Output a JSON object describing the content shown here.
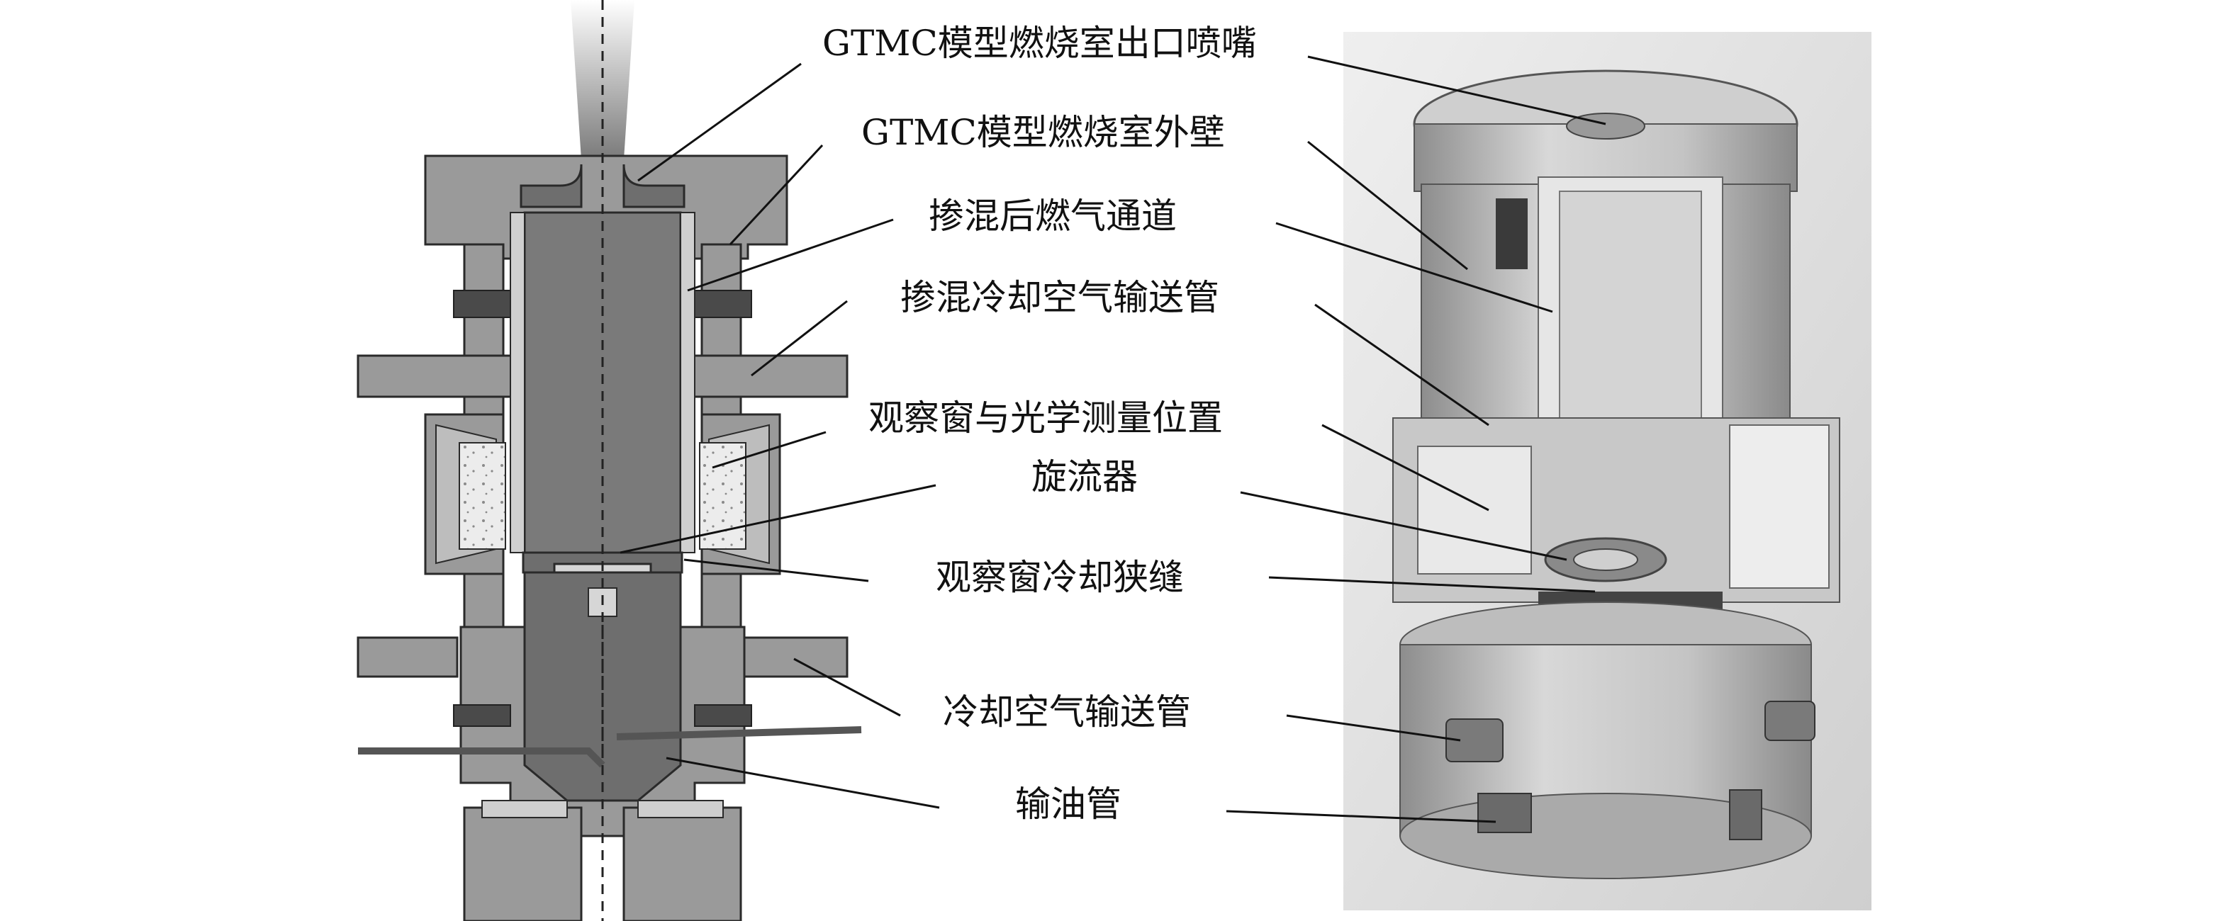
{
  "labels": {
    "nozzle": "GTMC模型燃烧室出口喷嘴",
    "outer_wall": "GTMC模型燃烧室外壁",
    "mixed_gas_channel": "掺混后燃气通道",
    "mixing_cooling_air_pipe": "掺混冷却空气输送管",
    "window_optical": "观察窗与光学测量位置",
    "swirler": "旋流器",
    "window_cooling_slit": "观察窗冷却狭缝",
    "cooling_air_pipe": "冷却空气输送管",
    "oil_pipe": "输油管"
  },
  "colors": {
    "body_gray": "#9a9a9a",
    "dark_core": "#6e6e6e",
    "light_fill": "#d6d6d6",
    "outline": "#2a2a2a",
    "render_bg": "#e2e2e2",
    "render_metal": "#bdbdbd"
  }
}
